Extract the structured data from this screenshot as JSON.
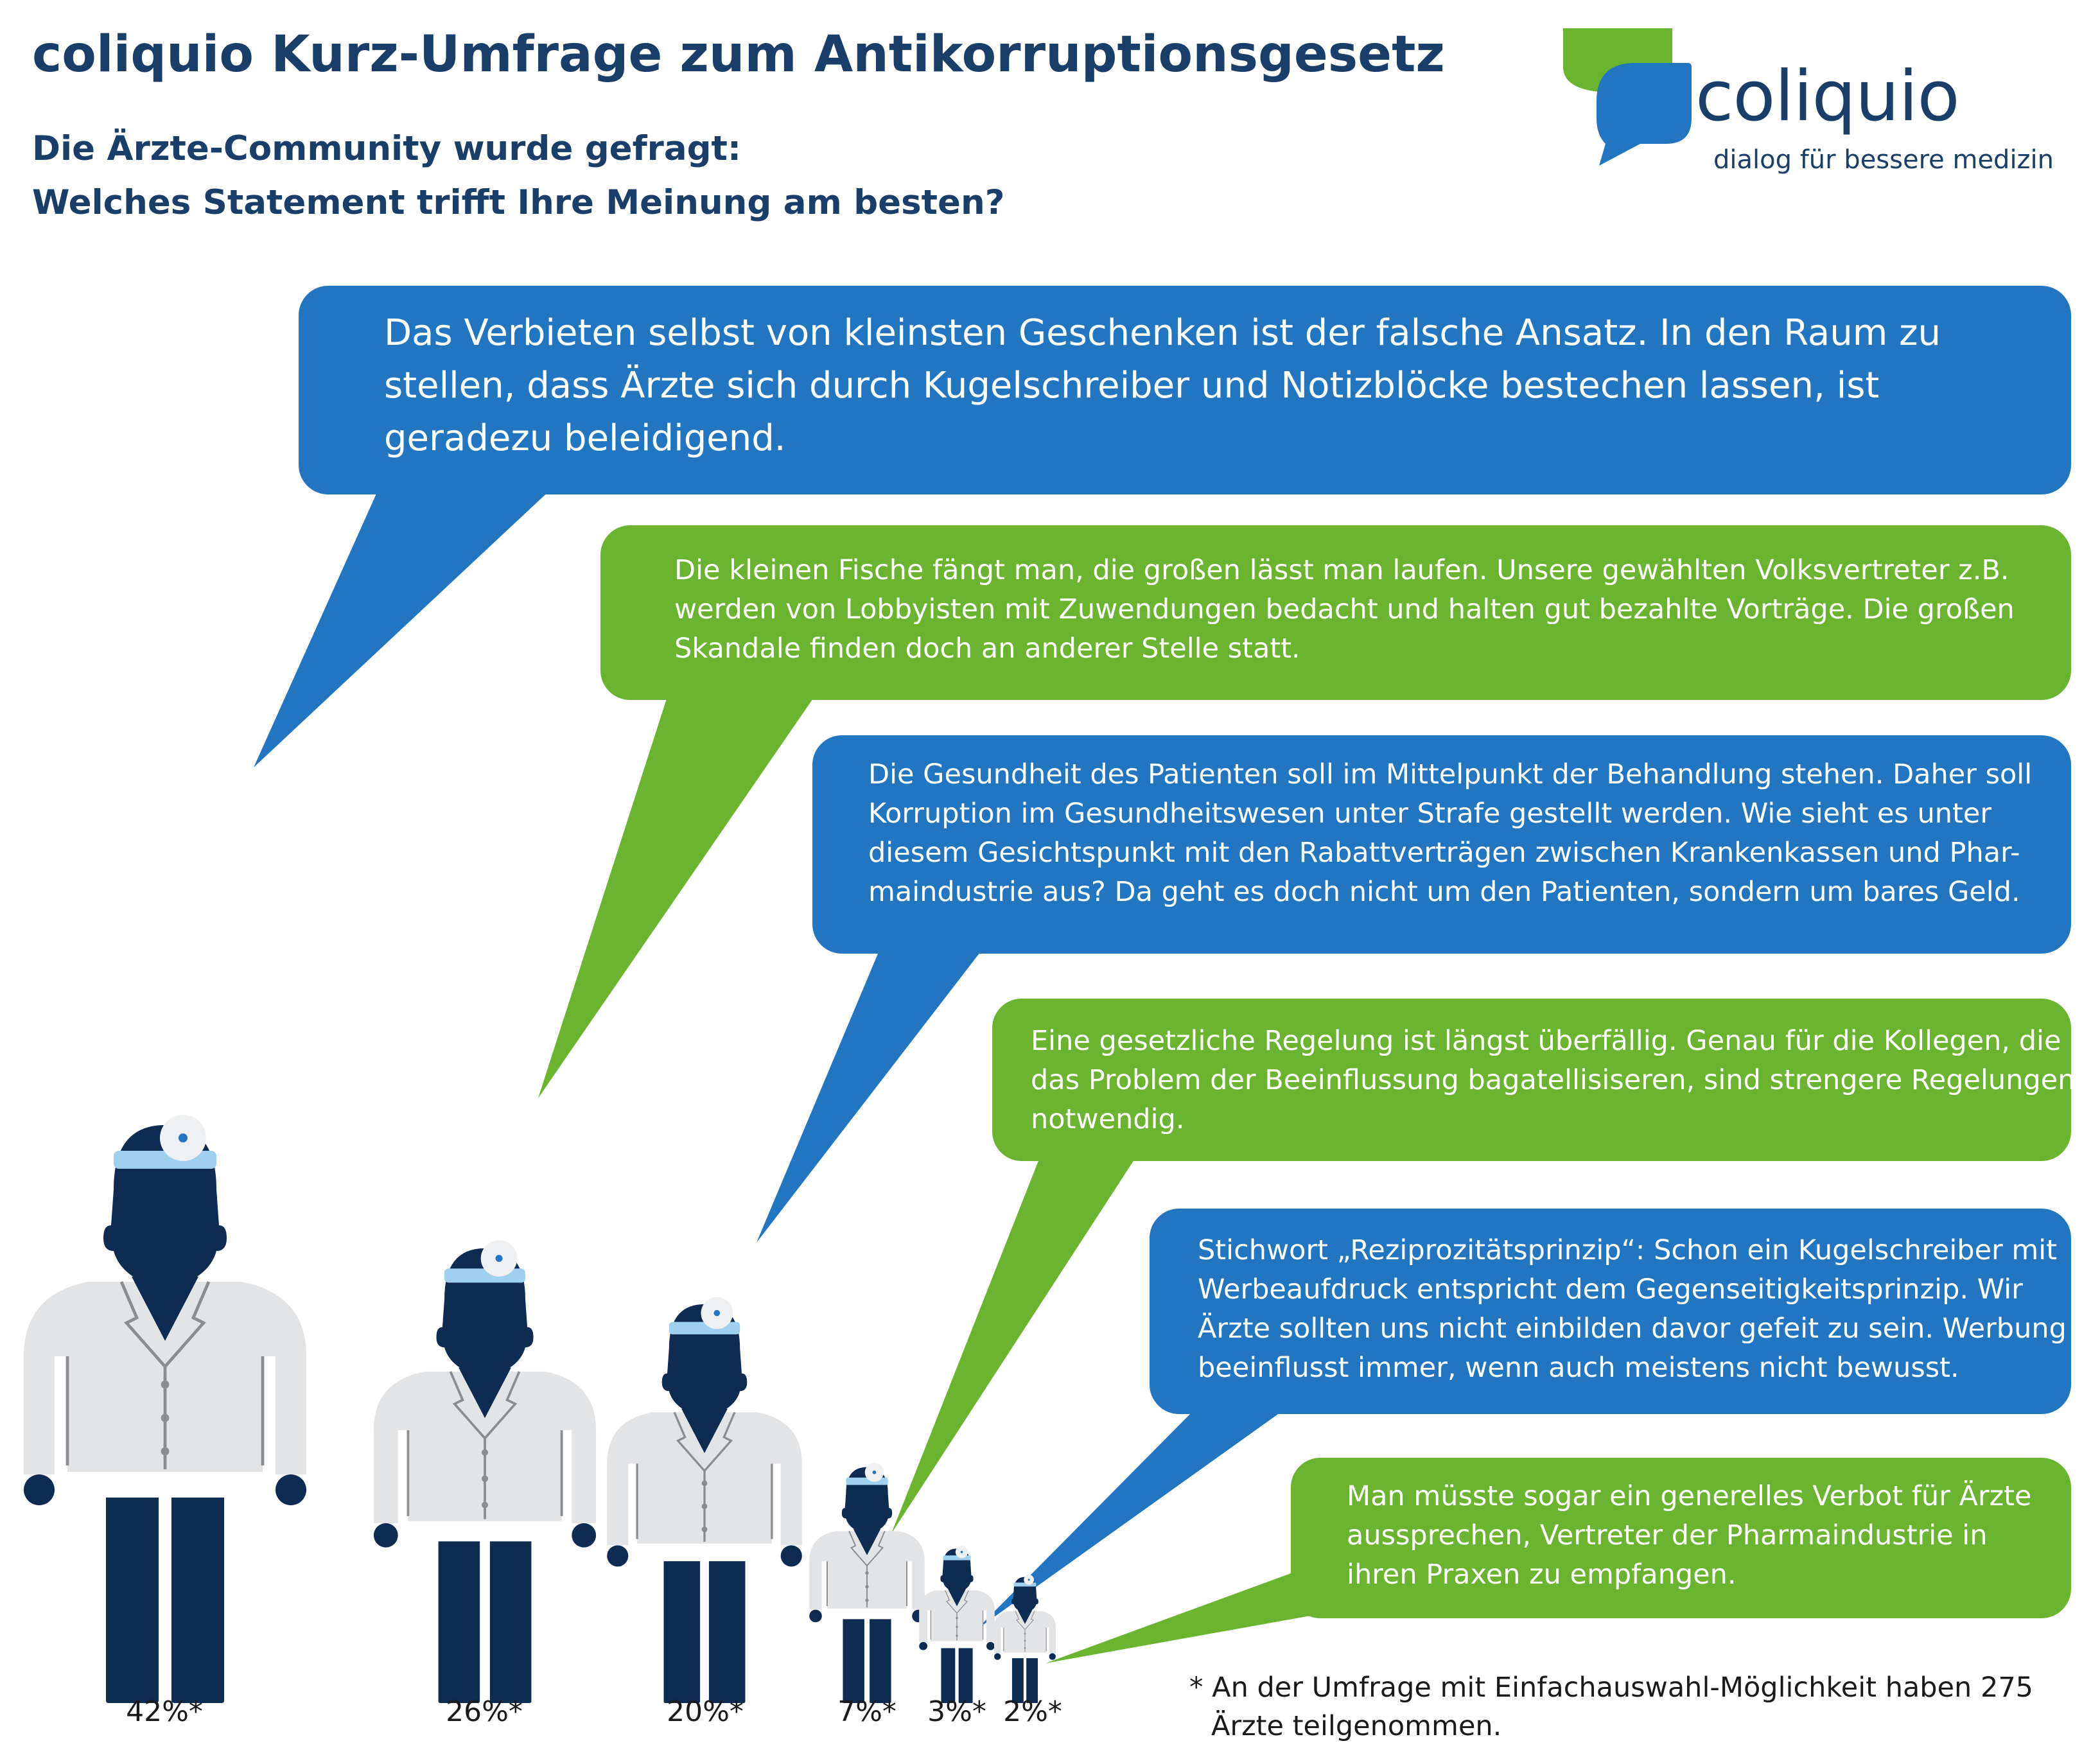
{
  "header": {
    "title": "coliquio Kurz-Umfrage zum Antikorruptionsgesetz",
    "subtitle_line1": "Die Ärzte-Community wurde gefragt:",
    "subtitle_line2": "Welches Statement trifft Ihre Meinung am besten?"
  },
  "logo": {
    "name": "coliquio",
    "tagline": "dialog für bessere medizin",
    "icon": "speech-bubbles-logo-icon",
    "colors": {
      "green": "#6ab430",
      "blue": "#2276c1"
    }
  },
  "chart_data": {
    "type": "pictogram",
    "unit": "%",
    "series": [
      {
        "label": "42%*",
        "value": 42,
        "color": "#2276c1",
        "statement": [
          "Das Verbieten selbst von kleinsten Geschenken ist der falsche Ansatz. In den Raum zu",
          "stellen, dass Ärzte sich durch Kugelschreiber und Notizblöcke bestechen lassen, ist",
          "geradezu beleidigend."
        ]
      },
      {
        "label": "26%*",
        "value": 26,
        "color": "#6ab430",
        "statement": [
          "Die kleinen Fische fängt man, die großen lässt man laufen. Unsere gewählten Volksvertreter z.B.",
          "werden von Lobbyisten mit Zuwendungen bedacht und halten gut bezahlte Vorträge. Die großen",
          "Skandale finden doch an anderer Stelle statt."
        ]
      },
      {
        "label": "20%*",
        "value": 20,
        "color": "#2276c1",
        "statement": [
          "Die Gesundheit des Patienten soll im Mittelpunkt der Behandlung stehen. Daher soll",
          "Korruption im Gesundheitswesen unter Strafe gestellt werden. Wie sieht es unter",
          "diesem Gesichtspunkt mit den Rabattverträgen zwischen Krankenkassen und Phar-",
          "maindustrie aus? Da geht es doch nicht um den Patienten, sondern um bares Geld."
        ]
      },
      {
        "label": "7%*",
        "value": 7,
        "color": "#6ab430",
        "statement": [
          "Eine gesetzliche Regelung ist längst überfällig. Genau für die Kollegen, die",
          "das Problem der Beeinflussung bagatellisiseren, sind strengere Regelungen",
          "notwendig."
        ]
      },
      {
        "label": "3%*",
        "value": 3,
        "color": "#2276c1",
        "statement": [
          "Stichwort „Reziprozitätsprinzip“: Schon ein Kugelschreiber mit",
          "Werbeaufdruck entspricht dem Gegenseitigkeitsprinzip. Wir",
          "Ärzte sollten uns nicht einbilden davor gefeit zu sein. Werbung",
          "beeinflusst immer, wenn auch meistens nicht bewusst."
        ]
      },
      {
        "label": "2%*",
        "value": 2,
        "color": "#6ab430",
        "statement": [
          "Man müsste sogar ein generelles Verbot für Ärzte",
          "aussprechen, Vertreter der Pharmaindustrie in",
          "ihren Praxen zu empfangen."
        ]
      }
    ]
  },
  "footnote": {
    "line1": "* An der Umfrage mit Einfachauswahl-Möglichkeit haben 275",
    "line2": "Ärzte teilgenommen."
  }
}
